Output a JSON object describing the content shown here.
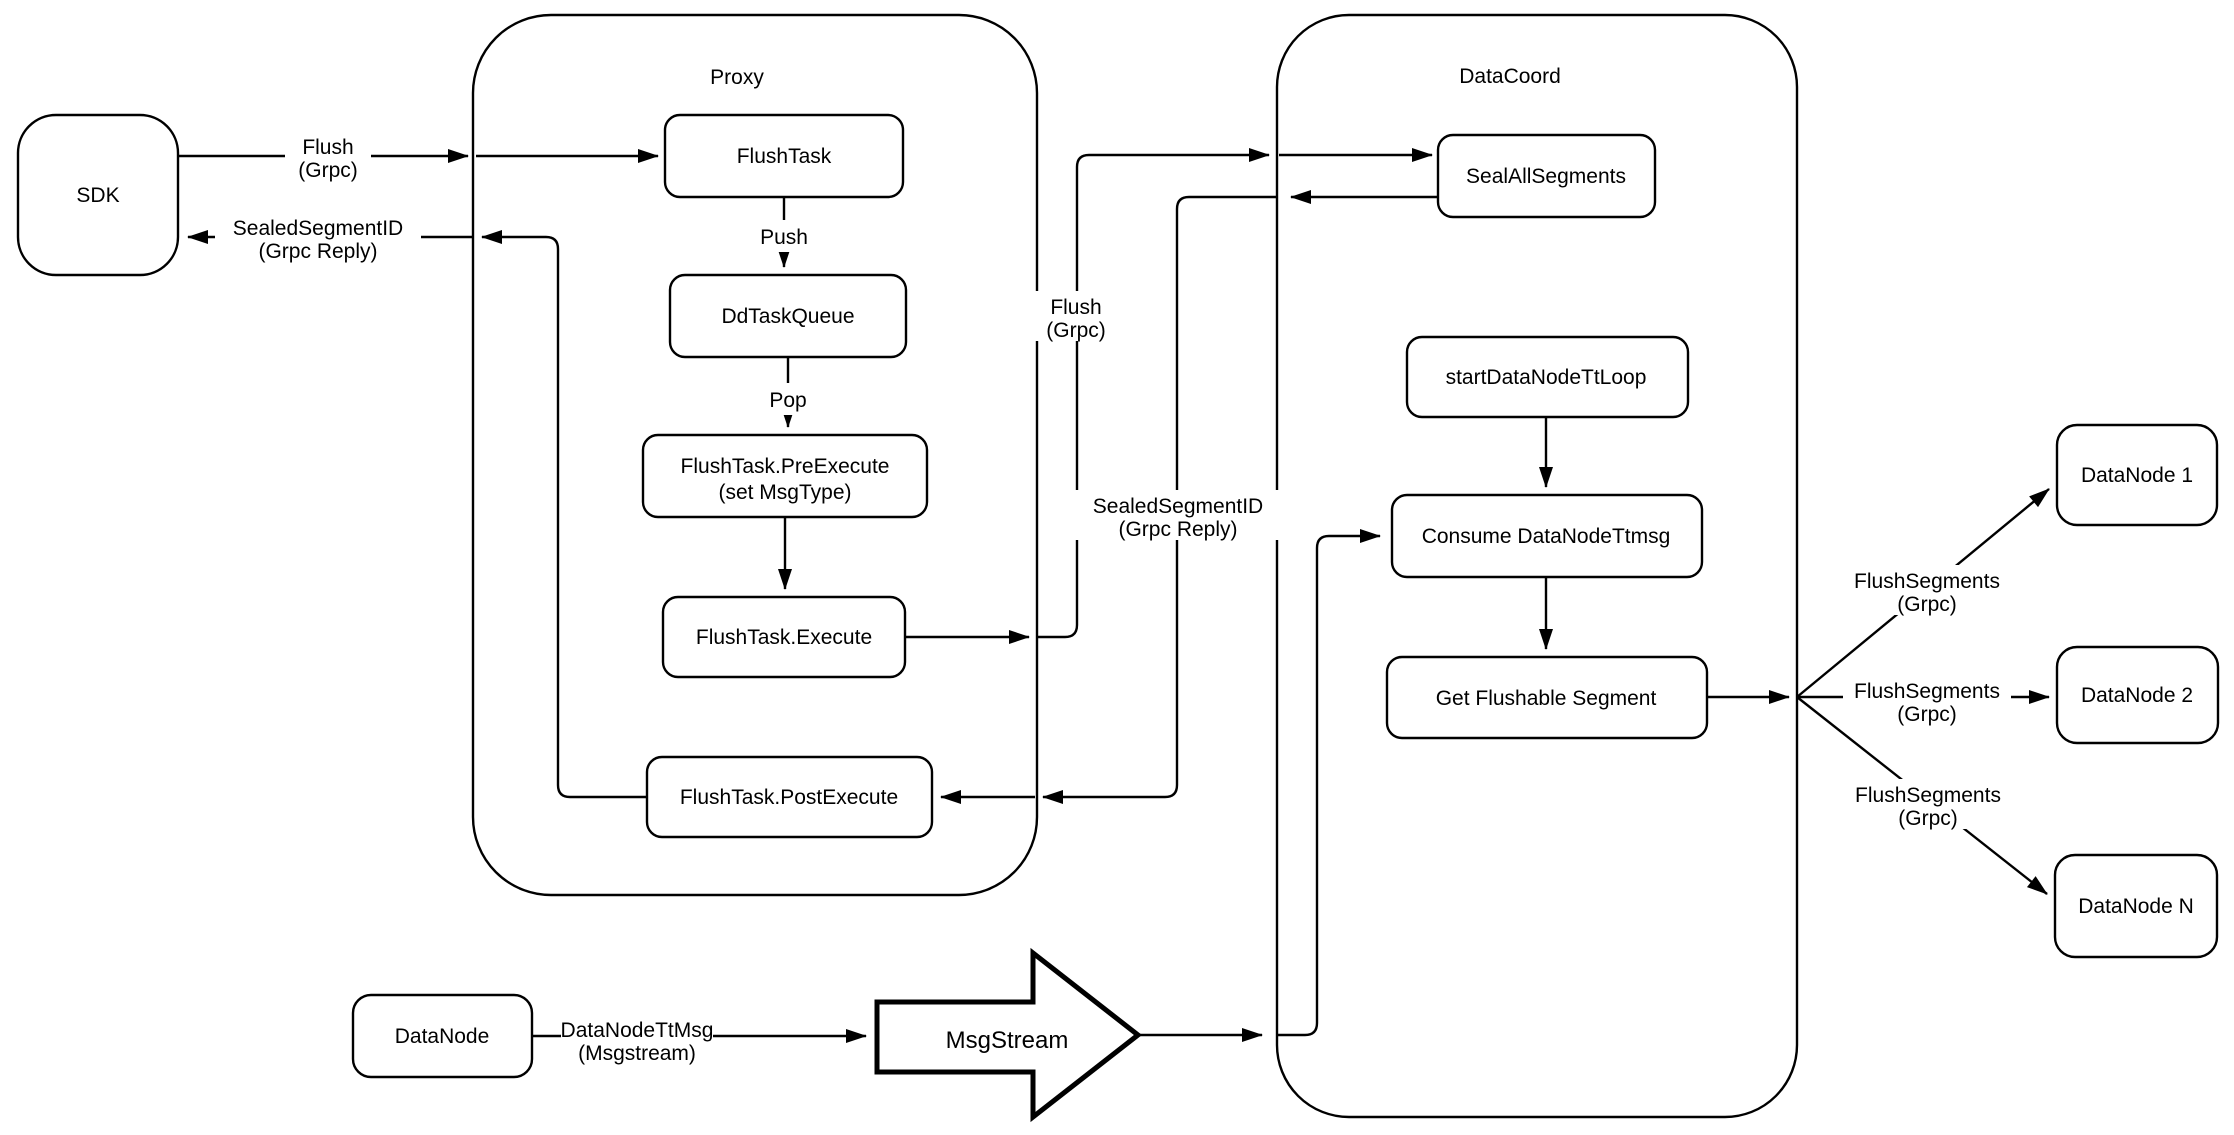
{
  "diagram": {
    "colors": {
      "stroke": "#000000",
      "fill": "#ffffff",
      "background": "#ffffff"
    },
    "containers": {
      "proxy": {
        "title": "Proxy"
      },
      "datacoord": {
        "title": "DataCoord"
      }
    },
    "nodes": {
      "sdk": "SDK",
      "flush_task": "FlushTask",
      "dd_task_queue": "DdTaskQueue",
      "pre_execute": {
        "line1": "FlushTask.PreExecute",
        "line2": "(set MsgType)"
      },
      "execute": "FlushTask.Execute",
      "post_execute": "FlushTask.PostExecute",
      "seal_all_segments": "SealAllSegments",
      "start_datanode_tt_loop": "startDataNodeTtLoop",
      "consume_datanode_ttmsg": "Consume DataNodeTtmsg",
      "get_flushable_segment": "Get Flushable Segment",
      "datanode_1": "DataNode 1",
      "datanode_2": "DataNode 2",
      "datanode_n": "DataNode N",
      "datanode": "DataNode",
      "msgstream": "MsgStream"
    },
    "edge_labels": {
      "flush_sdk_to_proxy": {
        "line1": "Flush",
        "line2": "(Grpc)"
      },
      "sealed_segment_reply_to_sdk": {
        "line1": "SealedSegmentID",
        "line2": "(Grpc Reply)"
      },
      "push": "Push",
      "pop": "Pop",
      "flush_proxy_to_datacoord": {
        "line1": "Flush",
        "line2": "(Grpc)"
      },
      "sealed_segment_reply_to_proxy": {
        "line1": "SealedSegmentID",
        "line2": "(Grpc Reply)"
      },
      "datanode_ttmsg": {
        "line1": "DataNodeTtMsg",
        "line2": "(Msgstream)"
      },
      "flush_segments_1": {
        "line1": "FlushSegments",
        "line2": "(Grpc)"
      },
      "flush_segments_2": {
        "line1": "FlushSegments",
        "line2": "(Grpc)"
      },
      "flush_segments_3": {
        "line1": "FlushSegments",
        "line2": "(Grpc)"
      }
    }
  }
}
